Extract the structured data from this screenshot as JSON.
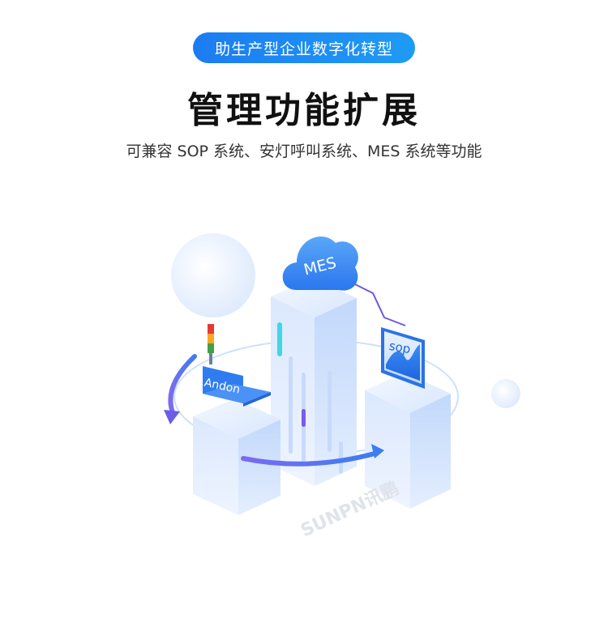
{
  "header": {
    "tag": "助生产型企业数字化转型",
    "title": "管理功能扩展",
    "subtitle": "可兼容 SOP 系统、安灯呼叫系统、MES 系统等功能"
  },
  "illustration": {
    "cloud_label": "MES",
    "monitor_label": "sop",
    "laptop_label": "Andon",
    "watermark": "SUNPN讯鹏"
  },
  "colors": {
    "brand_blue": "#1c7cf2",
    "tower_light": "#e6f0fe",
    "tower_mid": "#c5dbfb",
    "cloud_blue": "#3a8ef4",
    "arrow_purple": "#6c5ce7",
    "andon_red": "#e53935",
    "andon_orange": "#f9a825",
    "andon_green": "#43a047"
  }
}
